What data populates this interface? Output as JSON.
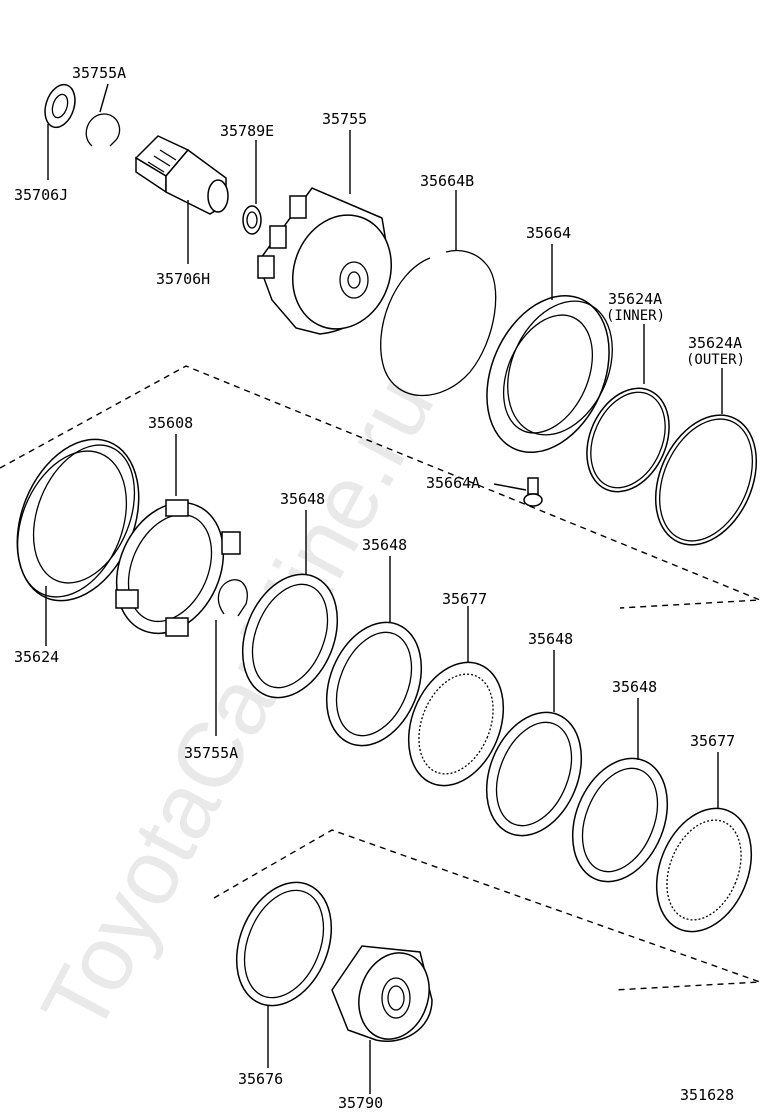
{
  "watermark": "ToyotaCarMine.ru",
  "diagram_id": "351628",
  "labels": {
    "p35755A_top": "35755A",
    "p35706J": "35706J",
    "p35789E": "35789E",
    "p35755": "35755",
    "p35706H": "35706H",
    "p35664B": "35664B",
    "p35664": "35664",
    "p35624A_inner": "35624A",
    "p35624A_inner_note": "(INNER)",
    "p35624A_outer": "35624A",
    "p35624A_outer_note": "(OUTER)",
    "p35664A": "35664A",
    "p35608": "35608",
    "p35624": "35624",
    "p35648_1": "35648",
    "p35648_2": "35648",
    "p35677_1": "35677",
    "p35648_3": "35648",
    "p35648_4": "35648",
    "p35677_2": "35677",
    "p35755A_bottom": "35755A",
    "p35676": "35676",
    "p35790": "35790"
  }
}
